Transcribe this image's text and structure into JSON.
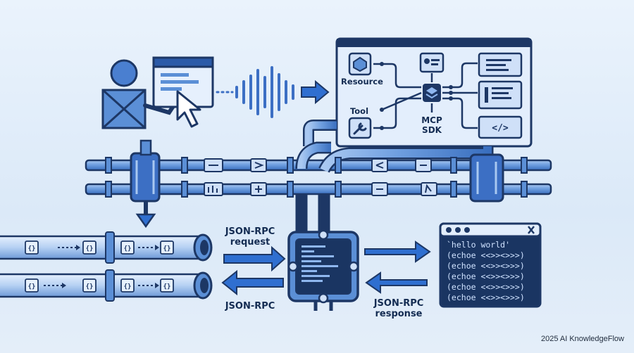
{
  "labels": {
    "resource": "Resource",
    "tool": "Tool",
    "mcp_sdk_line1": "MCP",
    "mcp_sdk_line2": "SDK",
    "request_line1": "JSON-RPC",
    "request_line2": "request",
    "bottom_left": "JSON-RPC",
    "response_line1": "JSON-RPC",
    "response_line2": "response"
  },
  "terminal": {
    "lines": [
      "`hello world'",
      "(echoe <<>><>>>)",
      "(echoe <<>><>>>)",
      "(echoe <<>><>>>)",
      "(echoe <<>><>>>)",
      "(echoe <<>><>>>)"
    ]
  },
  "packet_glyph": "{}",
  "code_icon_glyph": "</>",
  "footer": "2025 AI KnowledgeFlow",
  "colors": {
    "dark_navy": "#1d3765",
    "pipe_blue": "#5b8fd6",
    "accent": "#2f6fd0",
    "terminal_bg": "#1a3562",
    "panel_bg": "#e3eefc"
  }
}
